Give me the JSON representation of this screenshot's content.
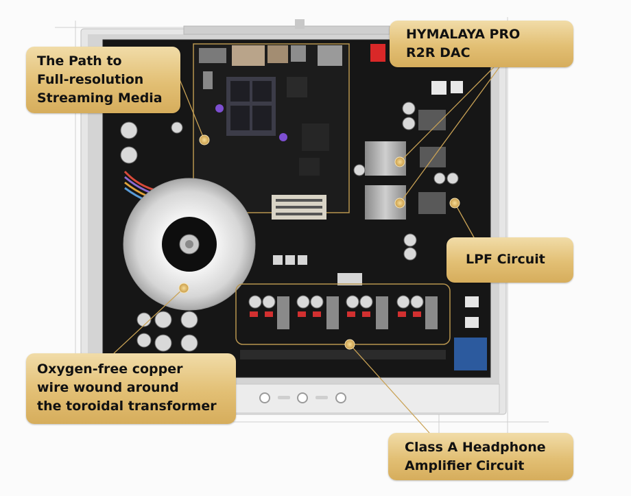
{
  "callouts": {
    "streaming": {
      "lines": [
        "The Path to",
        "Full-resolution",
        "Streaming Media"
      ]
    },
    "dac": {
      "lines": [
        "HYMALAYA PRO",
        "R2R DAC"
      ]
    },
    "lpf": {
      "lines": [
        "LPF Circuit"
      ]
    },
    "transformer": {
      "lines": [
        "Oxygen-free copper",
        "wire wound around",
        "the toroidal transformer"
      ]
    },
    "headphone_amp": {
      "lines": [
        "Class A Headphone",
        "Amplifier Circuit"
      ]
    }
  },
  "colors": {
    "callout_gold": "#e2bf74",
    "leader_line": "#c9a255",
    "board": "#161616",
    "chassis": "#e4e4e4"
  },
  "icons": {
    "marker": "gold-dot-marker",
    "transformer": "toroidal-transformer-icon"
  }
}
